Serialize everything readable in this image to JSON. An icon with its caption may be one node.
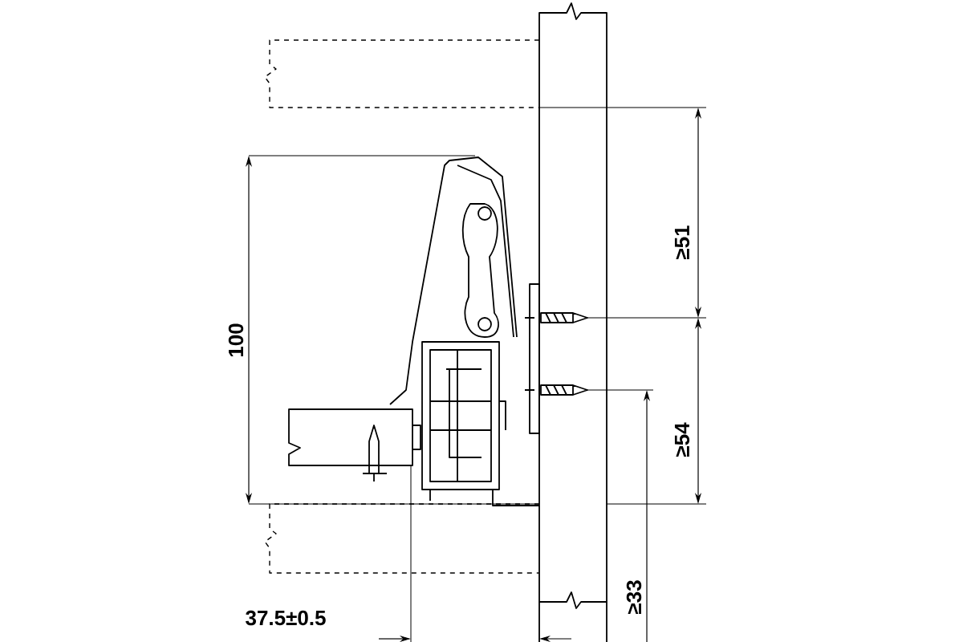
{
  "diagram": {
    "labels": [
      "≥51",
      "100",
      "≥54",
      "37.5±0.5",
      "≥33"
    ]
  }
}
